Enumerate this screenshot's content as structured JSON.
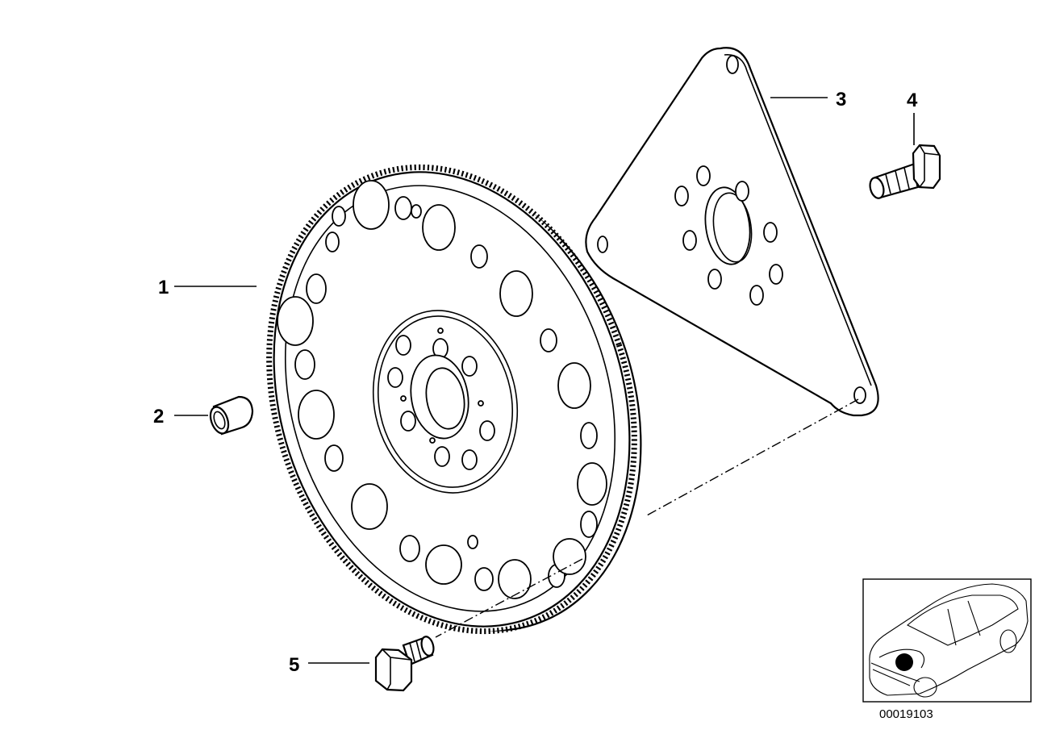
{
  "diagram": {
    "callouts": [
      {
        "id": "1",
        "label": "1"
      },
      {
        "id": "2",
        "label": "2"
      },
      {
        "id": "3",
        "label": "3"
      },
      {
        "id": "4",
        "label": "4"
      },
      {
        "id": "5",
        "label": "5"
      }
    ],
    "diagram_id": "00019103",
    "colors": {
      "line": "#000000",
      "background": "#ffffff"
    }
  }
}
